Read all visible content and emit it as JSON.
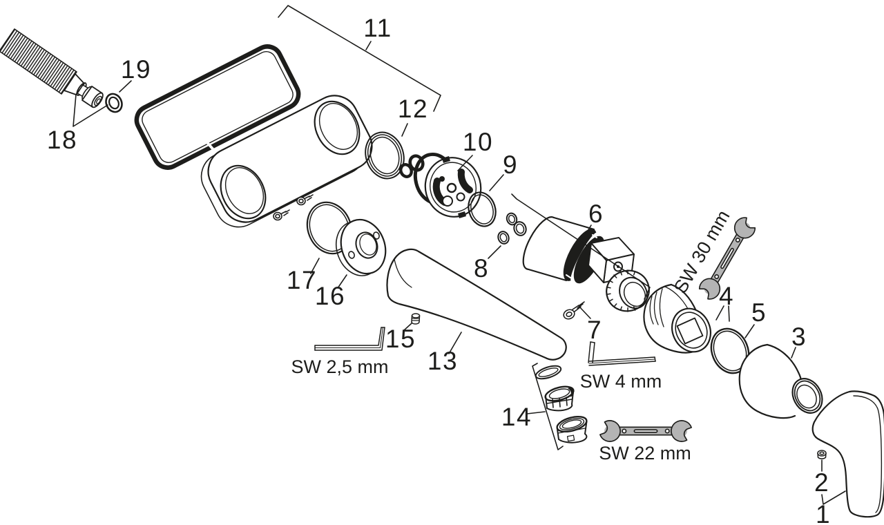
{
  "diagram": {
    "type": "exploded-parts-diagram",
    "part_labels": {
      "p1": "1",
      "p2": "2",
      "p3": "3",
      "p4": "4",
      "p5": "5",
      "p6": "6",
      "p7": "7",
      "p8": "8",
      "p9": "9",
      "p10": "10",
      "p11": "11",
      "p12": "12",
      "p13": "13",
      "p14": "14",
      "p15": "15",
      "p16": "16",
      "p17": "17",
      "p18": "18",
      "p19": "19"
    },
    "tool_labels": {
      "sw2_5": "SW 2,5 mm",
      "sw4": "SW 4 mm",
      "sw22": "SW 22 mm",
      "sw30": "SW 30 mm"
    },
    "colors": {
      "line": "#1d1d1b",
      "tool_fill": "#b4b4b4",
      "paper": "#ffffff"
    }
  }
}
